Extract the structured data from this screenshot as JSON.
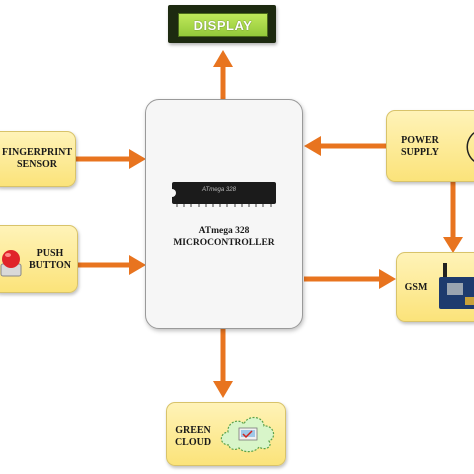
{
  "display": {
    "label": "DISPLAY"
  },
  "microcontroller": {
    "chip_text": "ATmega 328",
    "label": "ATmega 328\nMICROCONTROLLER"
  },
  "fingerprint_sensor": {
    "label": "FINGERPRINT\nSENSOR"
  },
  "push_button": {
    "label": "PUSH\nBUTTON"
  },
  "power_supply": {
    "label": "POWER\nSUPPLY"
  },
  "gsm": {
    "label": "GSM"
  },
  "green_cloud": {
    "label": "GREEN\nCLOUD"
  },
  "colors": {
    "box_fill": "#fbe37a",
    "arrow": "#e8741f",
    "mcu_fill": "#f6f6f6",
    "display_screen": "#a6d84a"
  }
}
